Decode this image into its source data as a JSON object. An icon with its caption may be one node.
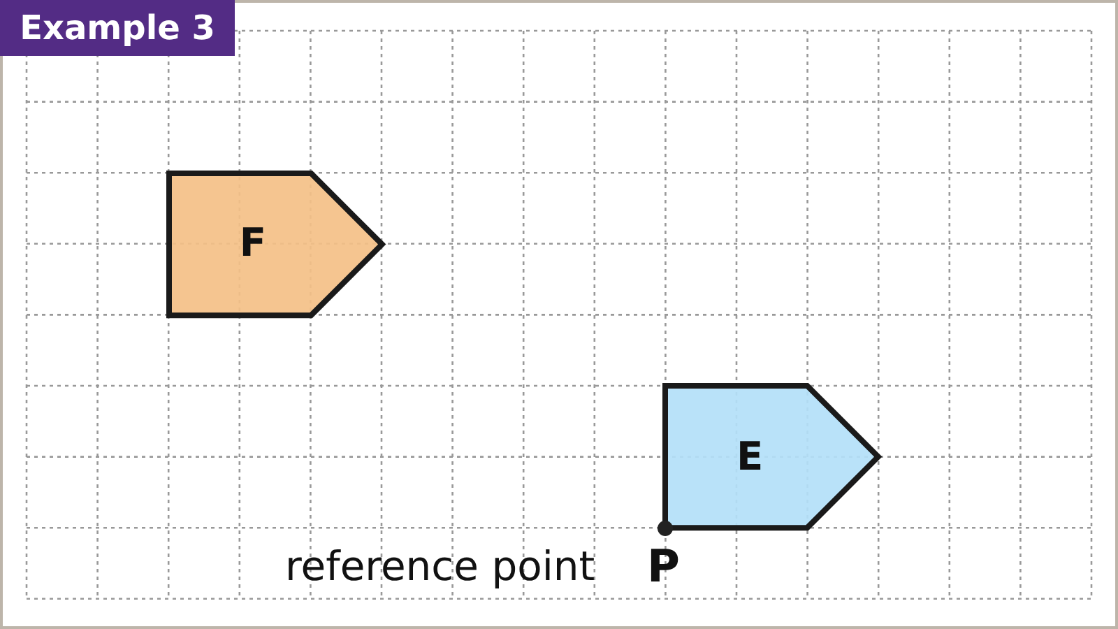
{
  "diagram": {
    "title": "Example 3",
    "nodes": [
      {
        "text": [
          "F"
        ]
      },
      {
        "text": [
          "E"
        ]
      }
    ],
    "labels": [
      "reference point",
      "P"
    ]
  }
}
